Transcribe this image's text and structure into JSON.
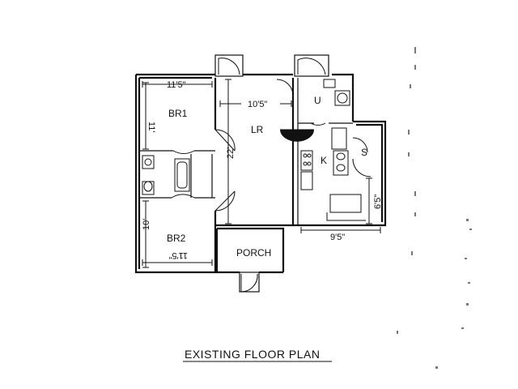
{
  "rooms": {
    "br1": "BR1",
    "br2": "BR2",
    "lr": "LR",
    "utility": "U",
    "kitchen": "K",
    "storage": "S",
    "porch": "PORCH"
  },
  "dimensions": {
    "br1_width": "11'5\"",
    "br1_depth": "11'",
    "br2_width": "11'5\"",
    "br2_depth": "10'",
    "lr_width": "10'5\"",
    "lr_depth": "22'",
    "kitchen_width": "9'5\"",
    "storage_depth": "6'5\""
  },
  "caption": "EXISTING FLOOR PLAN"
}
